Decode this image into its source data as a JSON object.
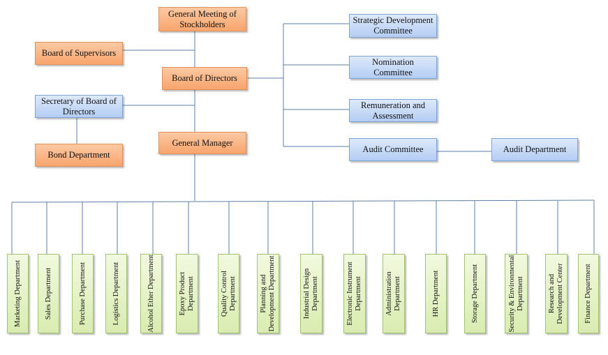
{
  "boxes": {
    "general_meeting": "General Meeting of Stockholders",
    "board_of_supervisors": "Board of Supervisors",
    "board_of_directors": "Board of Directors",
    "secretary": "Secretary of Board of Directors",
    "bond_department": "Bond Department",
    "general_manager": "General Manager",
    "strategic_committee": "Strategic Development Committee",
    "nomination_committee": "Nomination Committee",
    "remuneration_committee": "Remuneration and Assessment",
    "audit_committee": "Audit Committee",
    "audit_department": "Audit Department"
  },
  "departments": [
    "Marketing Department",
    "Sales Department",
    "Purchase Department",
    "Logistics Department",
    "Alcohol Ether Department",
    "Epoxy Product Department",
    "Quality Control Department",
    "Planning and Development Department",
    "Industrial Design Department",
    "Electronic Instrument Department",
    "Administration Department",
    "HR Department",
    "Storage Department",
    "Security & Environmental Department",
    "Research and Development Center",
    "Finance Department"
  ],
  "colors": {
    "connector": "#5b7fa8",
    "executive": "#f9b07c",
    "committee": "#c5d9f5",
    "department": "#e4f2c4"
  }
}
